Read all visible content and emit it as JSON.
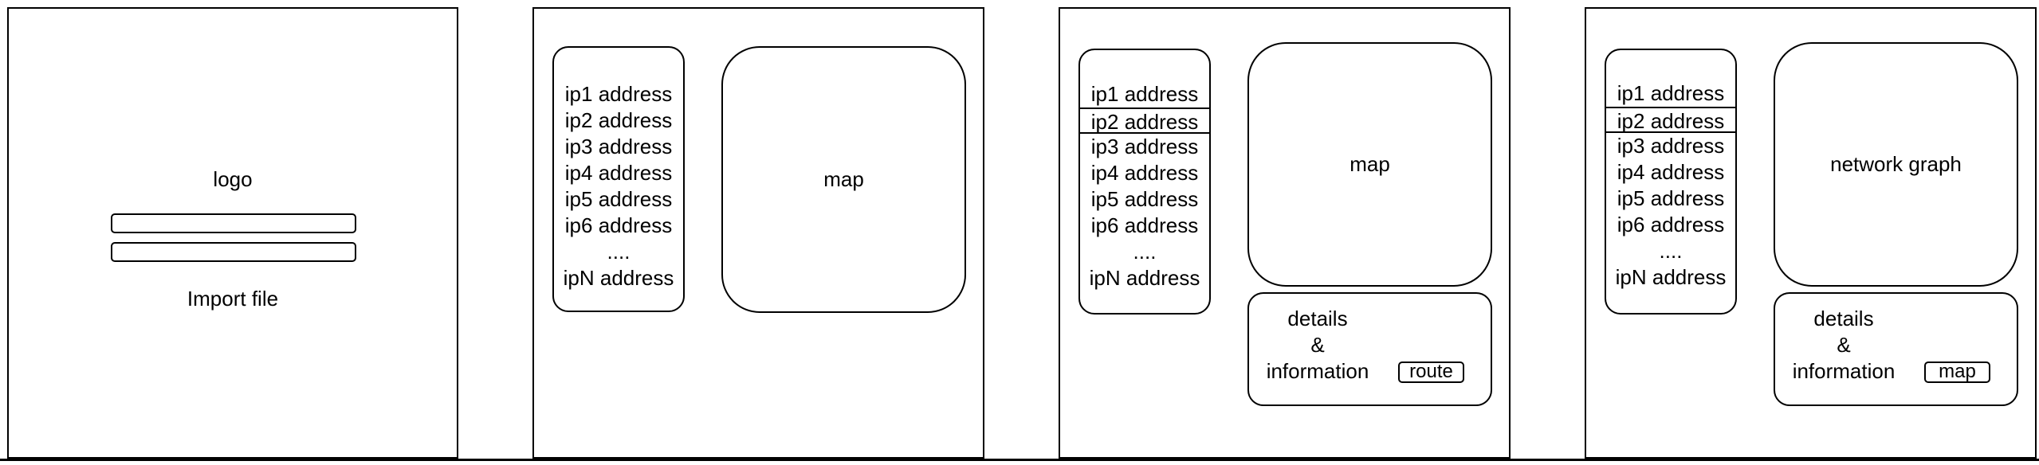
{
  "screen1": {
    "logo_text": "logo",
    "import_label": "Import file"
  },
  "screen2": {
    "ip_list": [
      "ip1 address",
      "ip2 address",
      "ip3 address",
      "ip4 address",
      "ip5 address",
      "ip6 address",
      "....",
      "ipN address"
    ],
    "map_label": "map"
  },
  "screen3": {
    "ip_list": [
      "ip1 address",
      "ip2 address",
      "ip3 address",
      "ip4 address",
      "ip5 address",
      "ip6 address",
      "....",
      "ipN address"
    ],
    "selected_index": 1,
    "map_label": "map",
    "details_line1": "details",
    "details_line2": "&",
    "details_line3": "information",
    "route_button": "route"
  },
  "screen4": {
    "ip_list": [
      "ip1 address",
      "ip2 address",
      "ip3 address",
      "ip4 address",
      "ip5 address",
      "ip6 address",
      "....",
      "ipN address"
    ],
    "selected_index": 1,
    "graph_label": "network graph",
    "details_line1": "details",
    "details_line2": "&",
    "details_line3": "information",
    "map_button": "map"
  }
}
